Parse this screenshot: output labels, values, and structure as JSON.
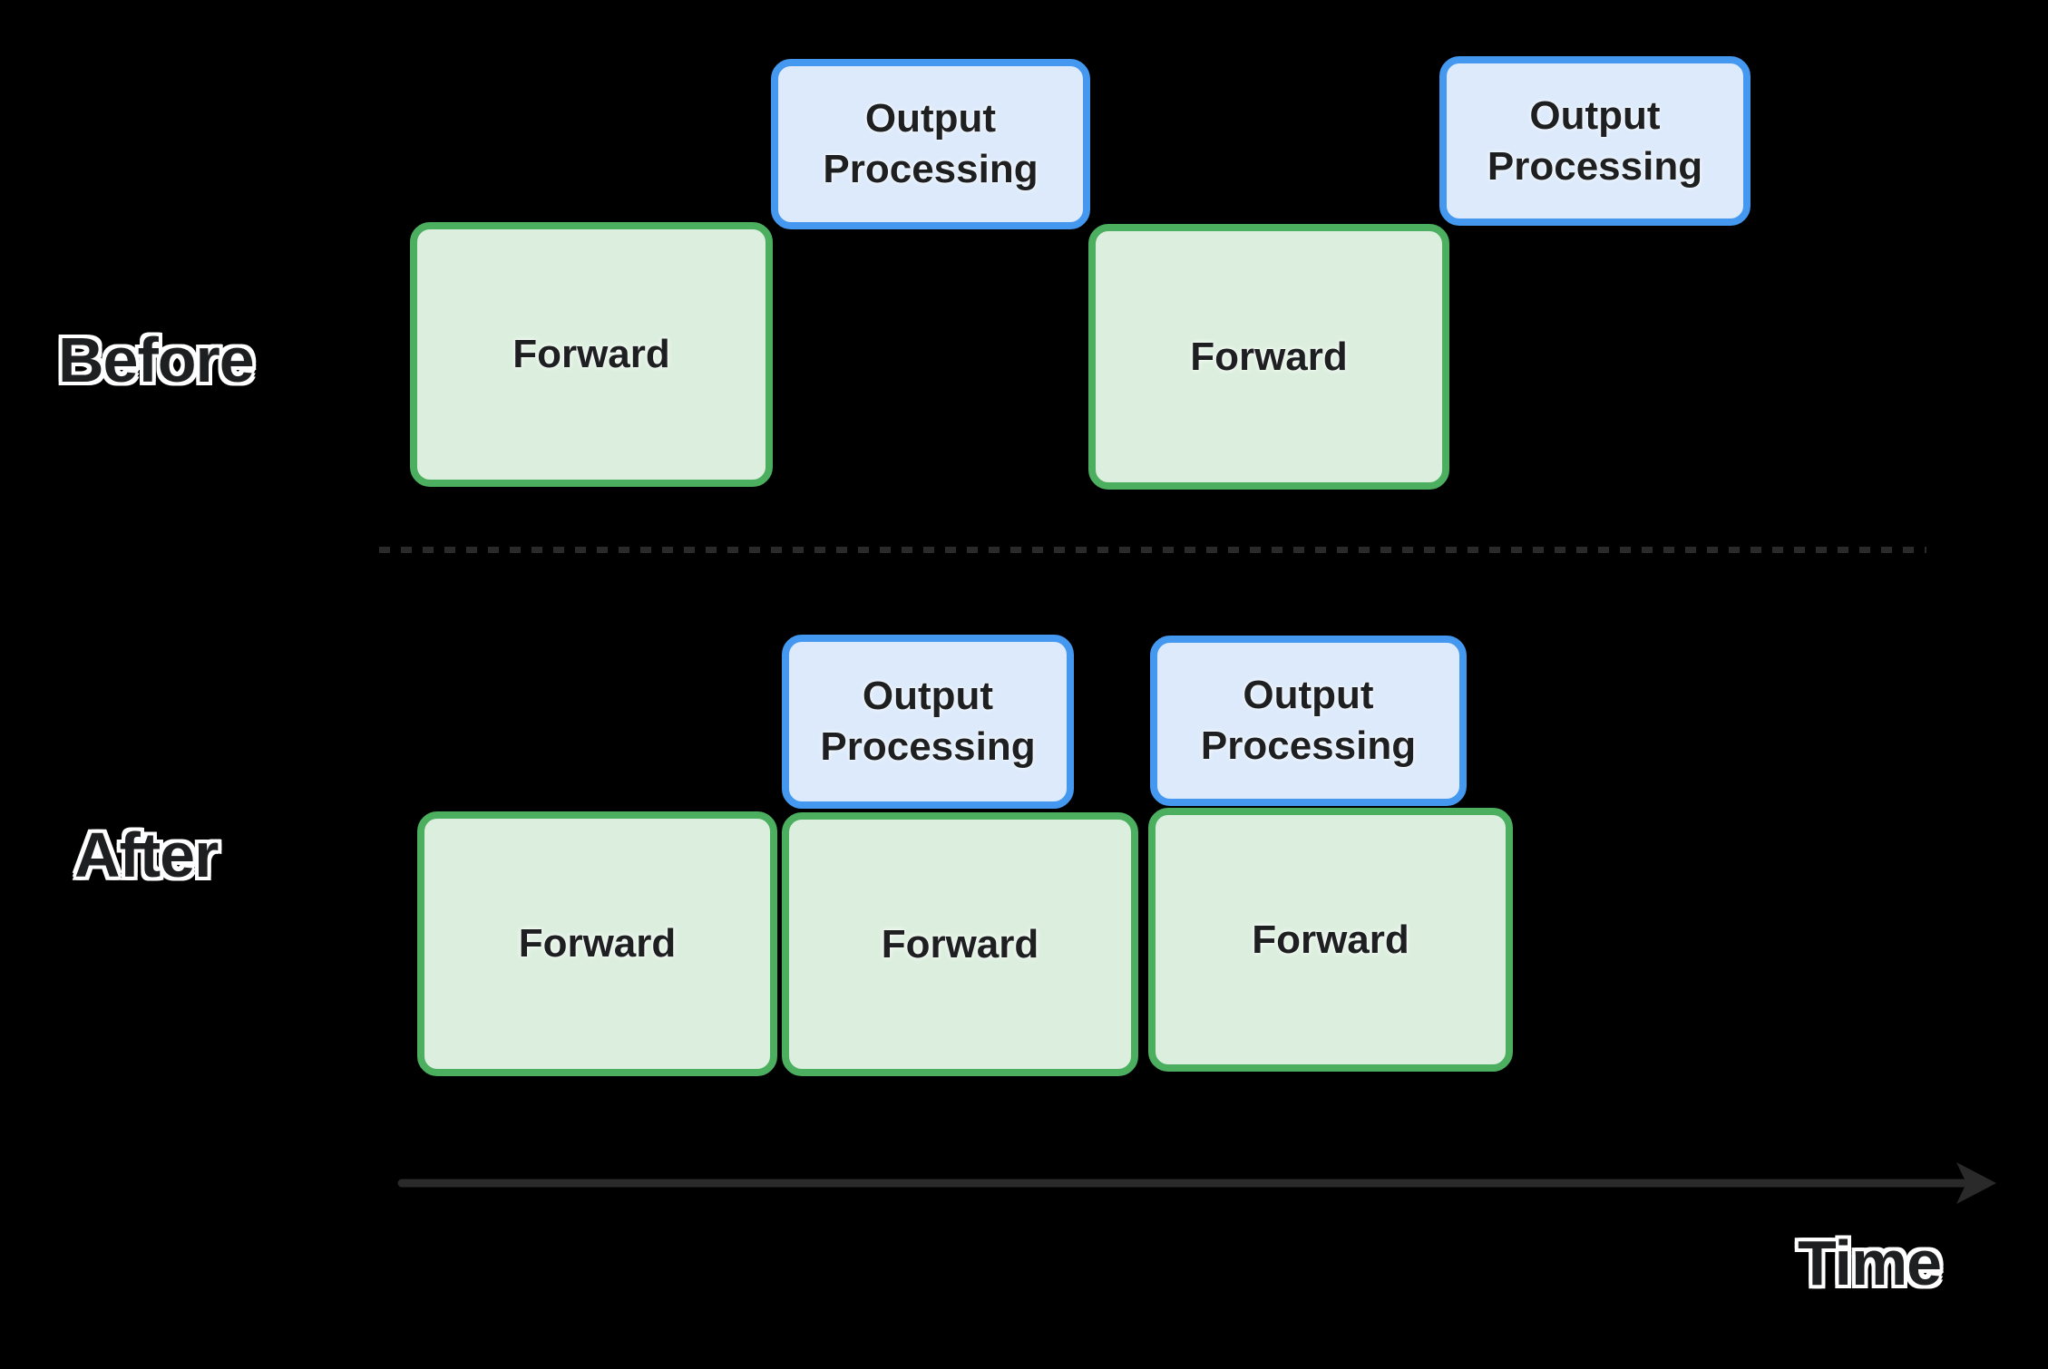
{
  "diagram": {
    "rows": [
      {
        "label": "Before",
        "boxes": [
          {
            "kind": "forward",
            "label": "Forward"
          },
          {
            "kind": "output",
            "label": "Output Processing"
          },
          {
            "kind": "forward",
            "label": "Forward"
          },
          {
            "kind": "output",
            "label": "Output Processing"
          }
        ]
      },
      {
        "label": "After",
        "boxes": [
          {
            "kind": "output",
            "label": "Output Processing"
          },
          {
            "kind": "output",
            "label": "Output Processing"
          },
          {
            "kind": "forward",
            "label": "Forward"
          },
          {
            "kind": "forward",
            "label": "Forward"
          },
          {
            "kind": "forward",
            "label": "Forward"
          }
        ]
      }
    ],
    "time_axis": {
      "label": "Time"
    }
  },
  "colors": {
    "background": "#000000",
    "forward_fill": "#dcefde",
    "forward_border": "#4caf60",
    "output_fill": "#dceafb",
    "output_border": "#4498ef",
    "divider": "#2a2a2a",
    "arrow": "#2a2a2a",
    "text": "#1e1f21",
    "outline": "#ffffff"
  }
}
